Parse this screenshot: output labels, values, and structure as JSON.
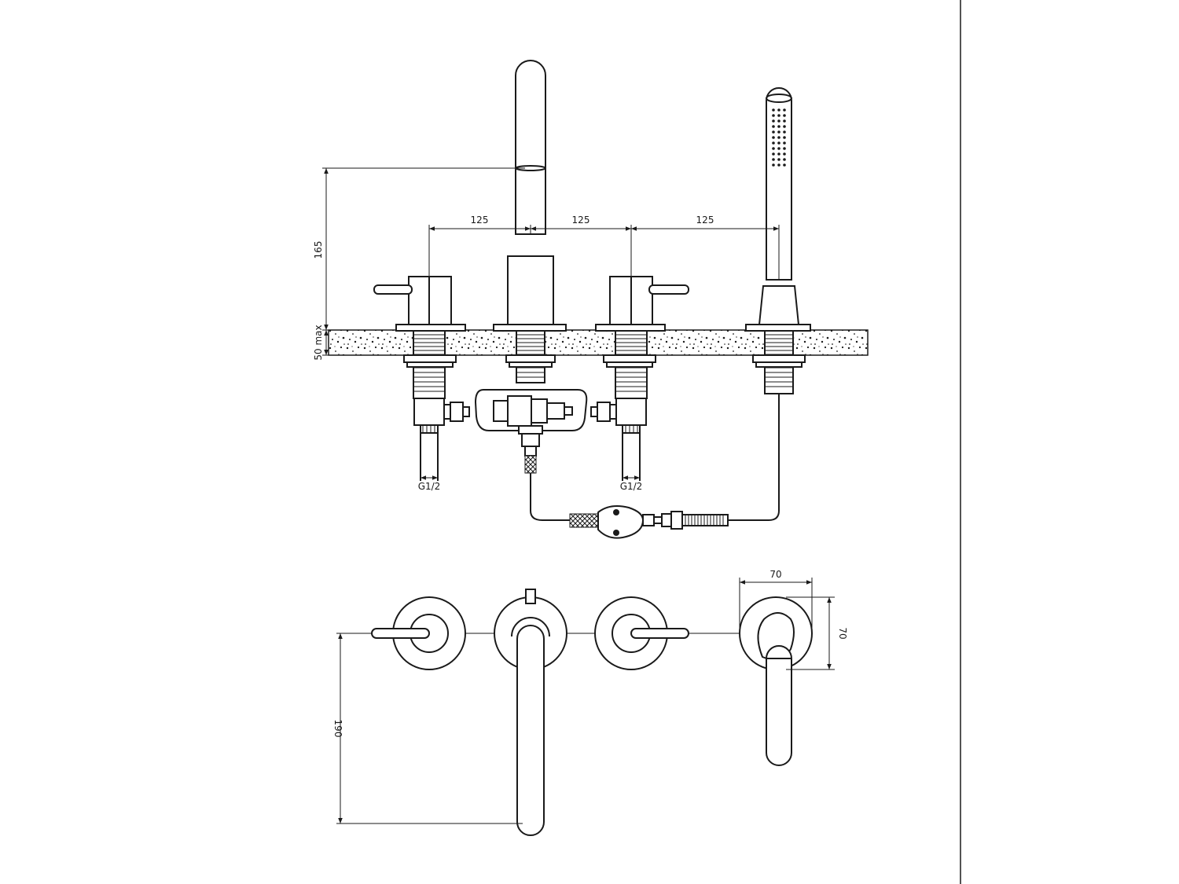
{
  "dimensions": {
    "spacing_1": "125",
    "spacing_2": "125",
    "spacing_3": "125",
    "spout_height": "165",
    "deck_thickness": "50 max",
    "thread_left": "G1/2",
    "thread_right": "G1/2",
    "shower_width": "70",
    "shower_depth": "70",
    "spout_reach": "190"
  },
  "colors": {
    "line": "#1a1a1a",
    "background": "#ffffff"
  }
}
